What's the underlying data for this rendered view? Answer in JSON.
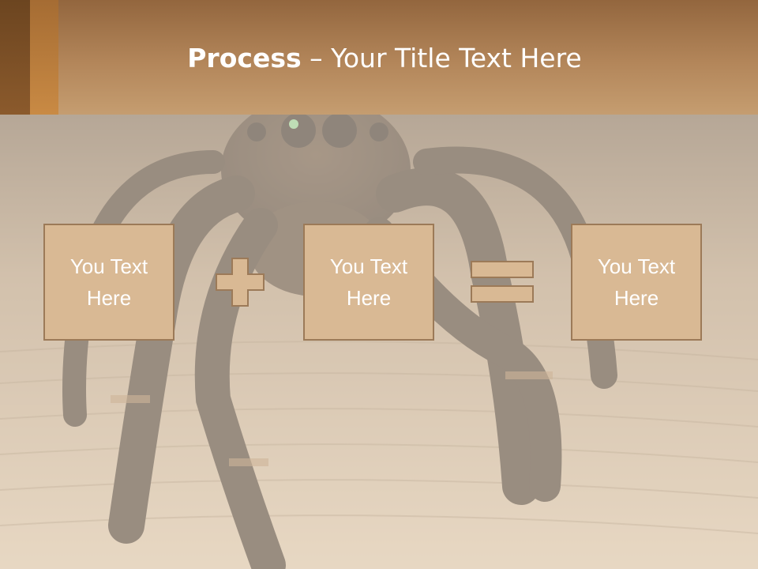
{
  "header": {
    "title_bold": "Process",
    "title_rest": " – Your Title Text Here"
  },
  "boxes": [
    {
      "text": "You Text Here"
    },
    {
      "text": "You Text Here"
    },
    {
      "text": "You Text Here"
    }
  ],
  "operators": {
    "first": "plus-icon",
    "second": "equals-icon"
  },
  "colors": {
    "header_top": "#93663e",
    "header_bottom": "#c59d70",
    "box_fill": "#d9b994",
    "box_border": "#9c7a58",
    "text": "#ffffff"
  }
}
